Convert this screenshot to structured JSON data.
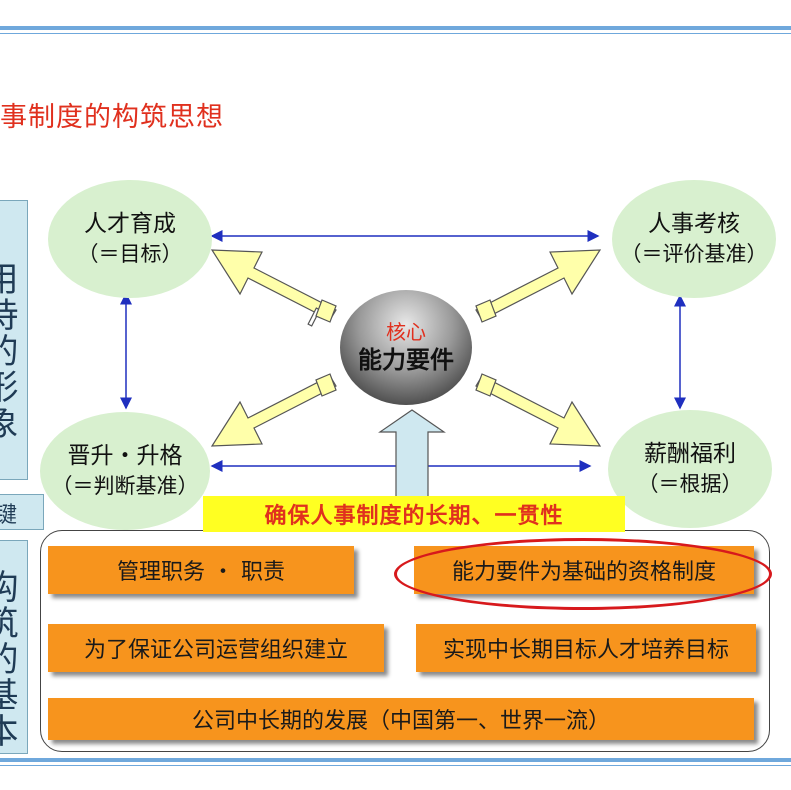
{
  "header": {
    "title": "事制度的构筑思想"
  },
  "side": {
    "box1_text": "用待的形象",
    "chip_text": "键",
    "box2_text": "构筑的基本"
  },
  "diagram": {
    "top_left": {
      "line1": "人才育成",
      "line2": "（＝目标）"
    },
    "top_right": {
      "line1": "人事考核",
      "line2": "（＝评价基准）"
    },
    "bottom_left": {
      "line1": "晋升・升格",
      "line2": "（＝判断基准）"
    },
    "bottom_right": {
      "line1": "薪酬福利",
      "line2": "（＝根据）"
    },
    "core": {
      "label1": "核心",
      "label2": "能力要件"
    },
    "banner": "确保人事制度的长期、一贯性"
  },
  "foundation": {
    "row1_left": "管理职务 ・ 职责",
    "row1_right": "能力要件为基础的资格制度",
    "row2_left": "为了保证公司运营组织建立",
    "row2_right": "实现中长期目标人才培养目标",
    "row3": "公司中长期的发展（中国第一、世界一流）"
  },
  "colors": {
    "oval_fill": "#d8f0cf",
    "arrow_fill": "#ffffaa",
    "box_fill": "#f7941d",
    "banner_fill": "#ffff22",
    "accent_red": "#e0301e",
    "connector_blue": "#1f2fbf"
  }
}
